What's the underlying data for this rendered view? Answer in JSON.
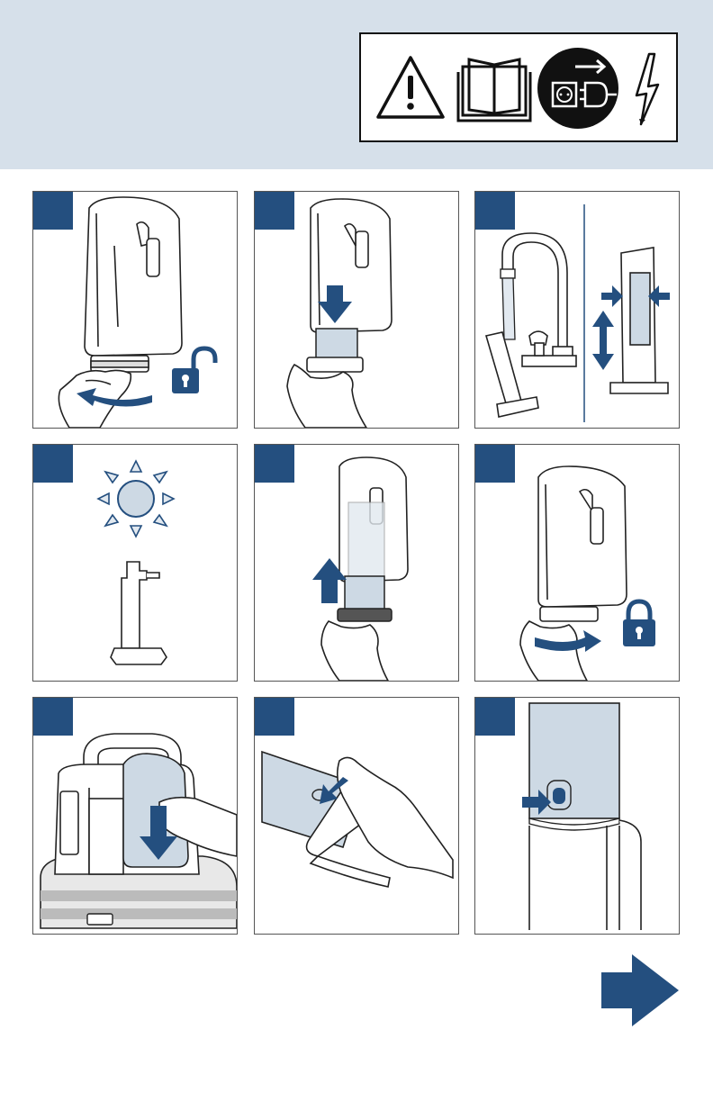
{
  "colors": {
    "accent": "#244f7f",
    "header": "#d6e0ea",
    "part": "#cdd9e4"
  },
  "warnings": {
    "icons": [
      "warning-triangle-icon",
      "manual-book-icon",
      "unplug-icon",
      "electric-shock-icon"
    ]
  },
  "steps": [
    {
      "id": 1,
      "icon": "unlock-icon"
    },
    {
      "id": 2,
      "icon": "down-arrow-icon"
    },
    {
      "id": 3,
      "icon": "faucet-icon"
    },
    {
      "id": 4,
      "icon": "sun-icon"
    },
    {
      "id": 5,
      "icon": "up-arrow-icon"
    },
    {
      "id": 6,
      "icon": "lock-icon"
    },
    {
      "id": 7,
      "icon": "down-arrow-icon"
    },
    {
      "id": 8,
      "icon": "press-button-icon"
    },
    {
      "id": 9,
      "icon": "press-button-icon"
    }
  ],
  "navigation": {
    "next_icon": "next-arrow-icon"
  }
}
